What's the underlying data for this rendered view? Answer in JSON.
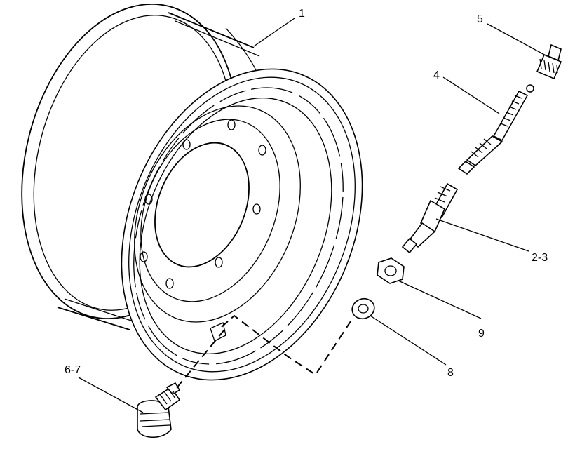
{
  "callouts": {
    "wheel_rim": "1",
    "valve_stem": "2-3",
    "valve_core": "4",
    "valve_cap": "5",
    "valve_assembly": "6-7",
    "washer": "8",
    "nut": "9"
  },
  "colors": {
    "line": "#000000",
    "background": "#ffffff"
  }
}
